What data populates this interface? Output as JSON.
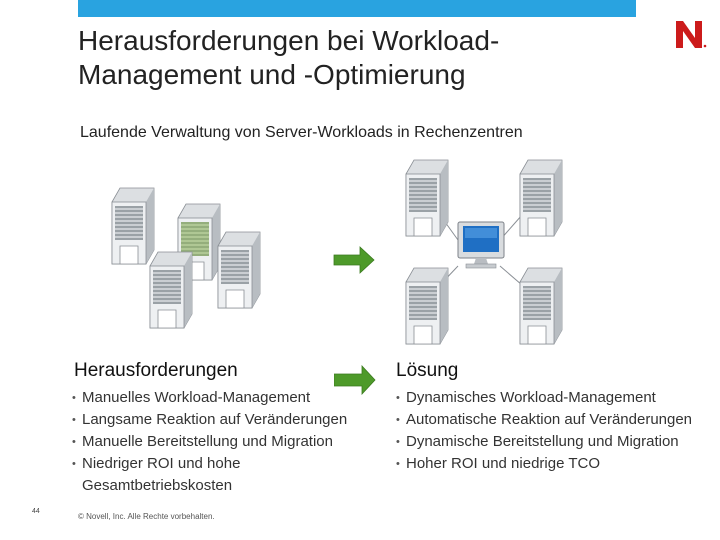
{
  "slide": {
    "title_line1": "Herausforderungen bei Workload-",
    "title_line2": "Management und -Optimierung",
    "subtitle": "Laufende Verwaltung von Server-Workloads in Rechenzentren"
  },
  "logo": {
    "letter": "N"
  },
  "left": {
    "heading": "Herausforderungen",
    "items": [
      "Manuelles Workload-Management",
      "Langsame Reaktion auf Veränderungen",
      "Manuelle Bereitstellung und Migration",
      "Niedriger ROI und hohe Gesamtbetriebskosten"
    ]
  },
  "right": {
    "heading": "Lösung",
    "items": [
      "Dynamisches Workload-Management",
      "Automatische Reaktion auf Veränderungen",
      "Dynamische Bereitstellung und Migration",
      "Hoher ROI und niedrige TCO"
    ]
  },
  "footer": {
    "page_number": "44",
    "copyright": "© Novell, Inc. Alle Rechte vorbehalten."
  },
  "colors": {
    "accent_bar": "#29a3e0",
    "logo_red": "#cc1b1b",
    "arrow_green": "#4e9a2a"
  }
}
